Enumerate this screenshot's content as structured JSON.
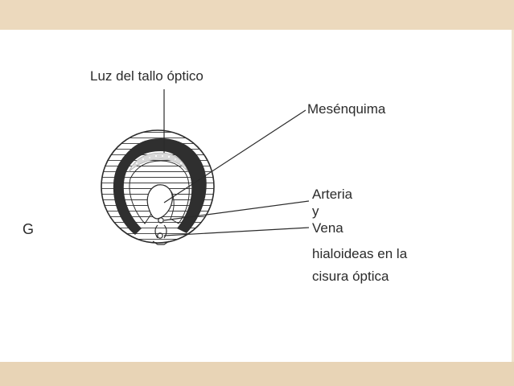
{
  "panel_letter": "G",
  "labels": {
    "luz": "Luz del tallo óptico",
    "mesenquima": "Mesénquima",
    "arteria": "Arteria",
    "y": "y",
    "vena": "Vena",
    "hialoideas": "hialoideas en la",
    "cisura": "cisura óptica"
  },
  "colors": {
    "background": "#ecd9bd",
    "panel": "#ffffff",
    "ink": "#2b2b2b"
  }
}
